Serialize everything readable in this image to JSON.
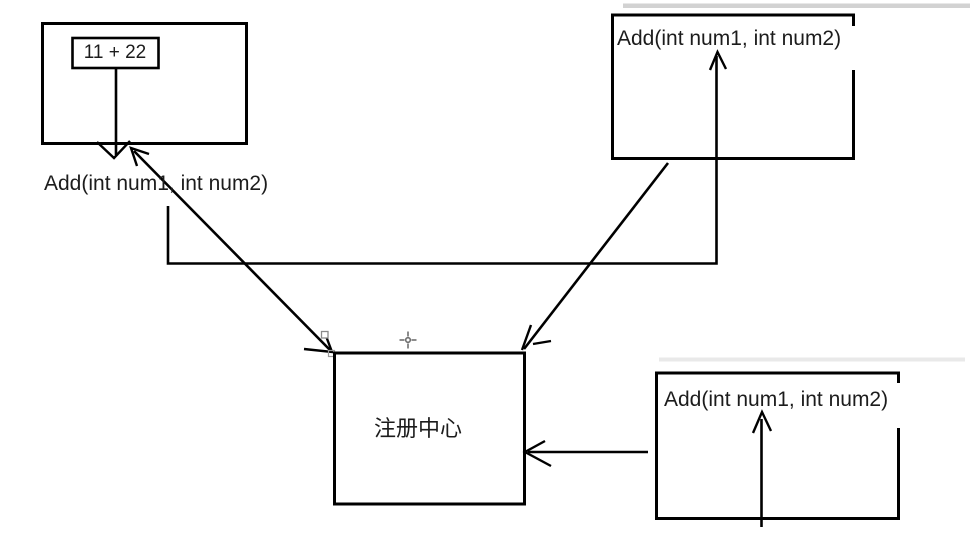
{
  "palette": {
    "background": "#ffffff",
    "ink": "#000000",
    "text": "#1c1c1c",
    "handle": "#8a8a8a",
    "smudge_dark": "#d2d2d2",
    "smudge_light": "#e9e9e9",
    "cursor": "#6f6f6f"
  },
  "nodes": {
    "client": {
      "expression": "11 + 22",
      "signature": "Add(int num1, int num2)"
    },
    "provider_top": {
      "signature": "Add(int num1, int num2)"
    },
    "provider_bottom": {
      "signature": "Add(int num1, int num2)"
    },
    "registry": {
      "label": "注册中心"
    }
  }
}
